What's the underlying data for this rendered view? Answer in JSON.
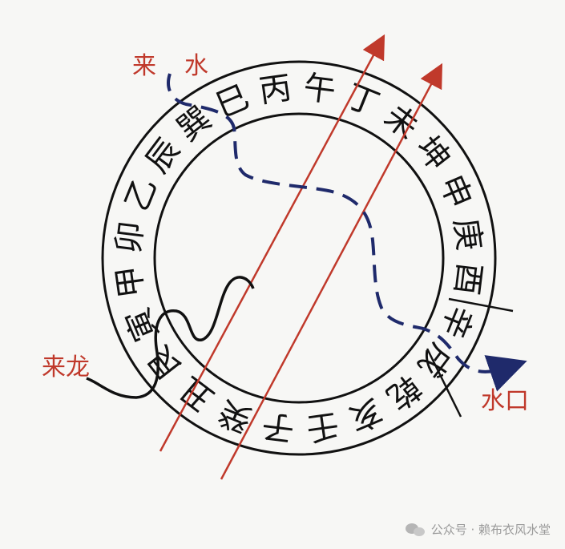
{
  "labels": {
    "lai": "来",
    "shui": "水",
    "lailong": "来龙",
    "shuikou": "水口"
  },
  "ring_chars": [
    "巽",
    "巳",
    "丙",
    "午",
    "丁",
    "未",
    "坤",
    "申",
    "庚",
    "酉",
    "辛",
    "戌",
    "乾",
    "亥",
    "壬",
    "子",
    "癸",
    "丑",
    "艮",
    "寅",
    "甲",
    "卯",
    "乙",
    "辰"
  ],
  "footer": {
    "icon": "wechat-icon",
    "text": "公众号 · 赖布衣风水堂",
    "id_text": "10705349"
  },
  "colors": {
    "red": "#c0392b",
    "navy": "#1f2a6b",
    "black": "#111111"
  }
}
